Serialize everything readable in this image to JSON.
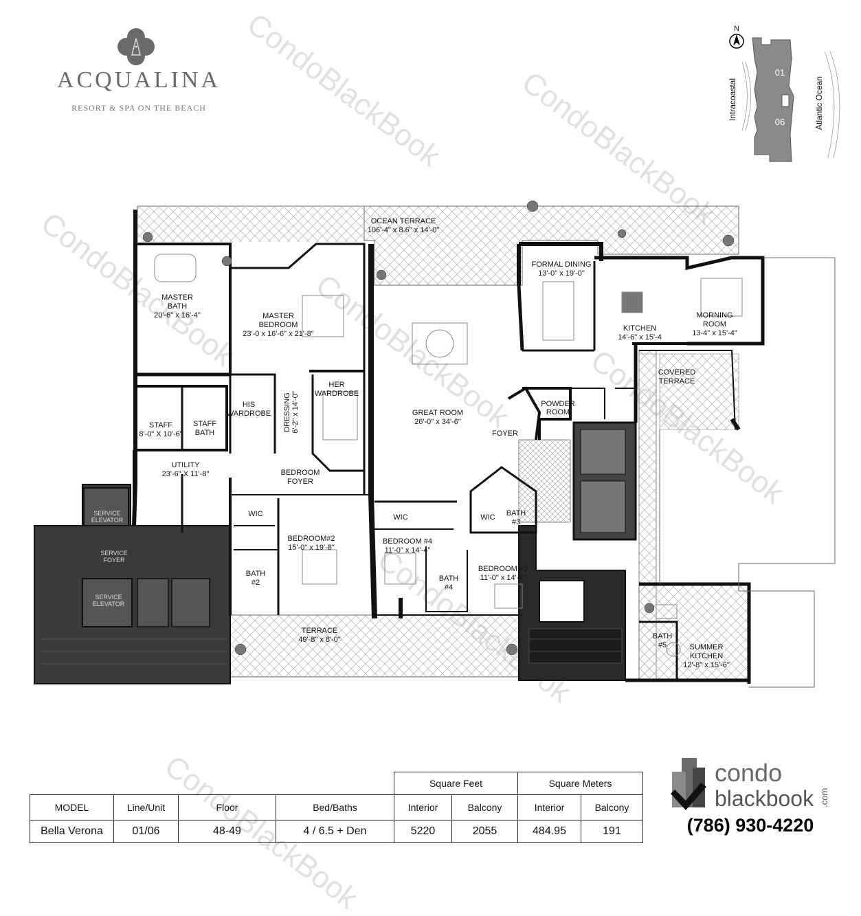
{
  "brand": {
    "name": "ACQUALINA",
    "tagline": "RESORT & SPA ON THE BEACH"
  },
  "watermark": "CondoBlackBook",
  "keyplan": {
    "north": "N",
    "unit_top": "01",
    "unit_bottom": "06",
    "west_label": "Intracoastal",
    "east_label": "Atlantic Ocean"
  },
  "rooms": {
    "ocean_terrace": {
      "name": "OCEAN TERRACE",
      "dims": "106'-4\" x 8.6\" x 14'-0\""
    },
    "master_bath": {
      "name": "MASTER",
      "name2": "BATH",
      "dims": "20'-6\" x 16'-4\""
    },
    "master_bedroom": {
      "name": "MASTER",
      "name2": "BEDROOM",
      "dims": "23'-0 x 16'-6\" x 21'-8\""
    },
    "formal_dining": {
      "name": "FORMAL DINING",
      "dims": "13'-0\" x 19'-0\""
    },
    "kitchen": {
      "name": "KITCHEN",
      "dims": "14'-6\" x 15'-4"
    },
    "morning_room": {
      "name": "MORNING",
      "name2": "ROOM",
      "dims": "13-4\" x 15'-4\""
    },
    "covered_terrace": {
      "name": "COVERED",
      "name2": "TERRACE"
    },
    "his_wardrobe": {
      "name": "HIS",
      "name2": "WARDROBE"
    },
    "her_wardrobe": {
      "name": "HER",
      "name2": "WARDROBE"
    },
    "dressing": {
      "name": "DRESSING",
      "dims": "6'-2\" x 14'-0\""
    },
    "great_room": {
      "name": "GREAT ROOM",
      "dims": "26'-0\" x 34'-6\""
    },
    "powder_room": {
      "name": "POWDER",
      "name2": "ROOM"
    },
    "foyer": {
      "name": "FOYER"
    },
    "staff": {
      "name": "STAFF",
      "dims": "8'-0\" X 10'-6\""
    },
    "staff_bath": {
      "name": "STAFF",
      "name2": "BATH"
    },
    "utility": {
      "name": "UTILITY",
      "dims": "23'-6\" X 11'-8\""
    },
    "bedroom_foyer": {
      "name": "BEDROOM",
      "name2": "FOYER"
    },
    "wic_1": {
      "name": "WIC"
    },
    "wic_2": {
      "name": "WIC"
    },
    "wic_3": {
      "name": "WIC"
    },
    "bath_3": {
      "name": "BATH",
      "name2": "#3"
    },
    "bedroom_2": {
      "name": "BEDROOM#2",
      "dims": "15'-0\" x 19'-8\""
    },
    "bedroom_4": {
      "name": "BEDROOM #4",
      "dims": "11'-0\" x 14'-4\""
    },
    "bedroom_3": {
      "name": "BEDROOM #3",
      "dims": "11'-0\" x 14'-4\""
    },
    "bath_2": {
      "name": "BATH",
      "name2": "#2"
    },
    "bath_4": {
      "name": "BATH",
      "name2": "#4"
    },
    "bath_5": {
      "name": "BATH",
      "name2": "#5"
    },
    "terrace": {
      "name": "TERRACE",
      "dims": "49'-8\" x 8'-0\""
    },
    "summer_kitchen": {
      "name": "SUMMER",
      "name2": "KITCHEN",
      "dims": "12'-8\" x 15'-6\""
    },
    "service_elevator_1": {
      "name": "SERVICE",
      "name2": "ELEVATOR"
    },
    "service_foyer": {
      "name": "SERVICE",
      "name2": "FOYER"
    },
    "service_elevator_2": {
      "name": "SERVICE",
      "name2": "ELEVATOR"
    }
  },
  "table": {
    "group_sqft": "Square Feet",
    "group_sqm": "Square Meters",
    "headers": [
      "MODEL",
      "Line/Unit",
      "Floor",
      "Bed/Baths",
      "Interior",
      "Balcony",
      "Interior",
      "Balcony"
    ],
    "row": [
      "Bella Verona",
      "01/06",
      "48-49",
      "4 / 6.5 + Den",
      "5220",
      "2055",
      "484.95",
      "191"
    ]
  },
  "contact": {
    "logo_line1": "condo",
    "logo_line2": "blackbook",
    "logo_suffix": ".com",
    "phone": "(786) 930-4220"
  },
  "colors": {
    "wall": "#111111",
    "service_area": "#3a3a3a",
    "brand_grey": "#6a6a6a",
    "keyplan_fill": "#8a8a8a"
  }
}
